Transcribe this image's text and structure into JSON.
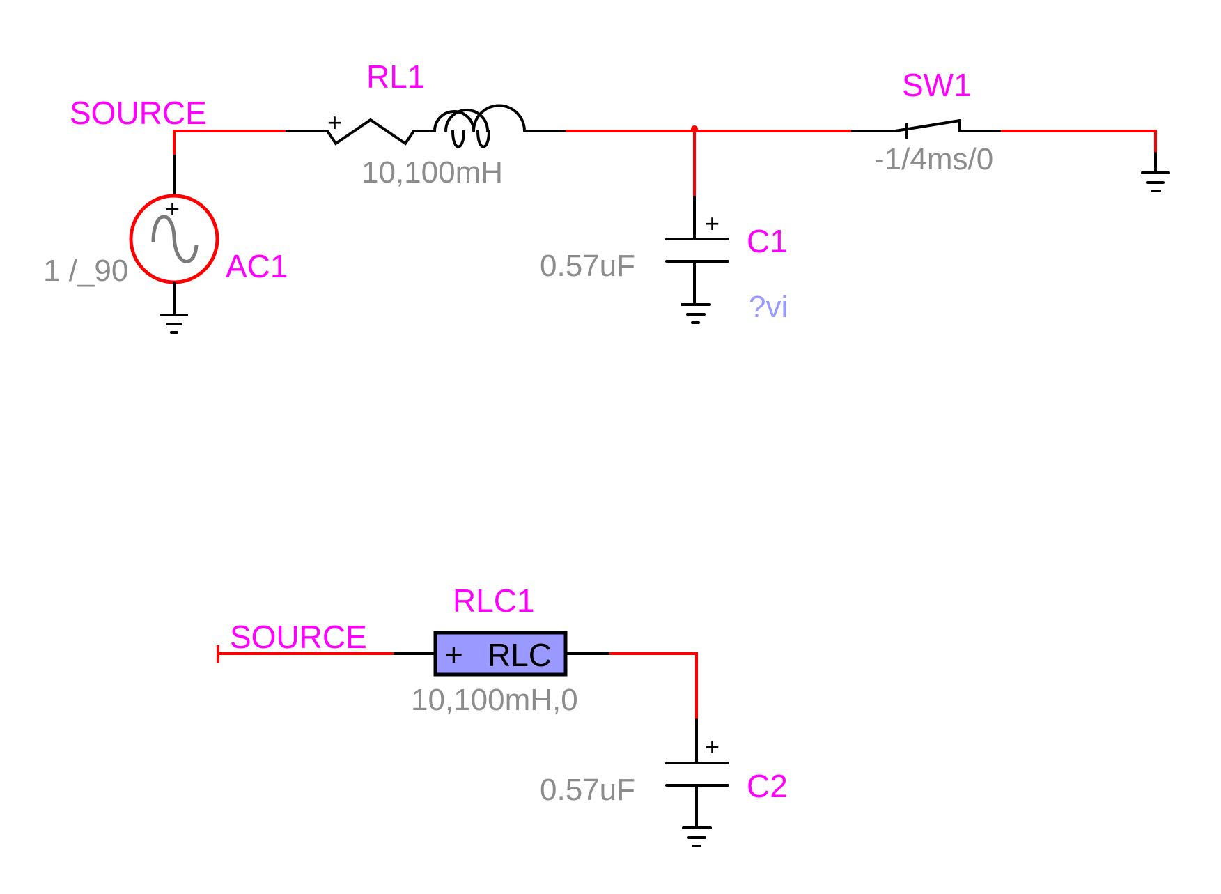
{
  "colors": {
    "wire_selected": "#ff0000",
    "wire_default": "#000000",
    "component_name": "#ff00ff",
    "component_value": "#8c8c8c",
    "probe": "#9999ff",
    "rlc_block_fill": "#9999ff"
  },
  "circuit_top": {
    "net_label": "SOURCE",
    "source": {
      "name": "AC1",
      "value": "1 /_90",
      "polarity": "+",
      "icon": "ac-source-icon"
    },
    "rl": {
      "name": "RL1",
      "value": "10,100mH",
      "polarity": "+",
      "icon": "resistor-inductor-icon"
    },
    "capacitor": {
      "name": "C1",
      "value": "0.57uF",
      "polarity": "+",
      "probe": "?vi",
      "icon": "capacitor-icon"
    },
    "switch": {
      "name": "SW1",
      "value": "-1/4ms/0",
      "icon": "switch-icon"
    }
  },
  "circuit_bottom": {
    "net_label": "SOURCE",
    "rlc": {
      "name": "RLC1",
      "block_text": "RLC",
      "polarity": "+",
      "value": "10,100mH,0"
    },
    "capacitor": {
      "name": "C2",
      "value": "0.57uF",
      "polarity": "+",
      "icon": "capacitor-icon"
    }
  }
}
